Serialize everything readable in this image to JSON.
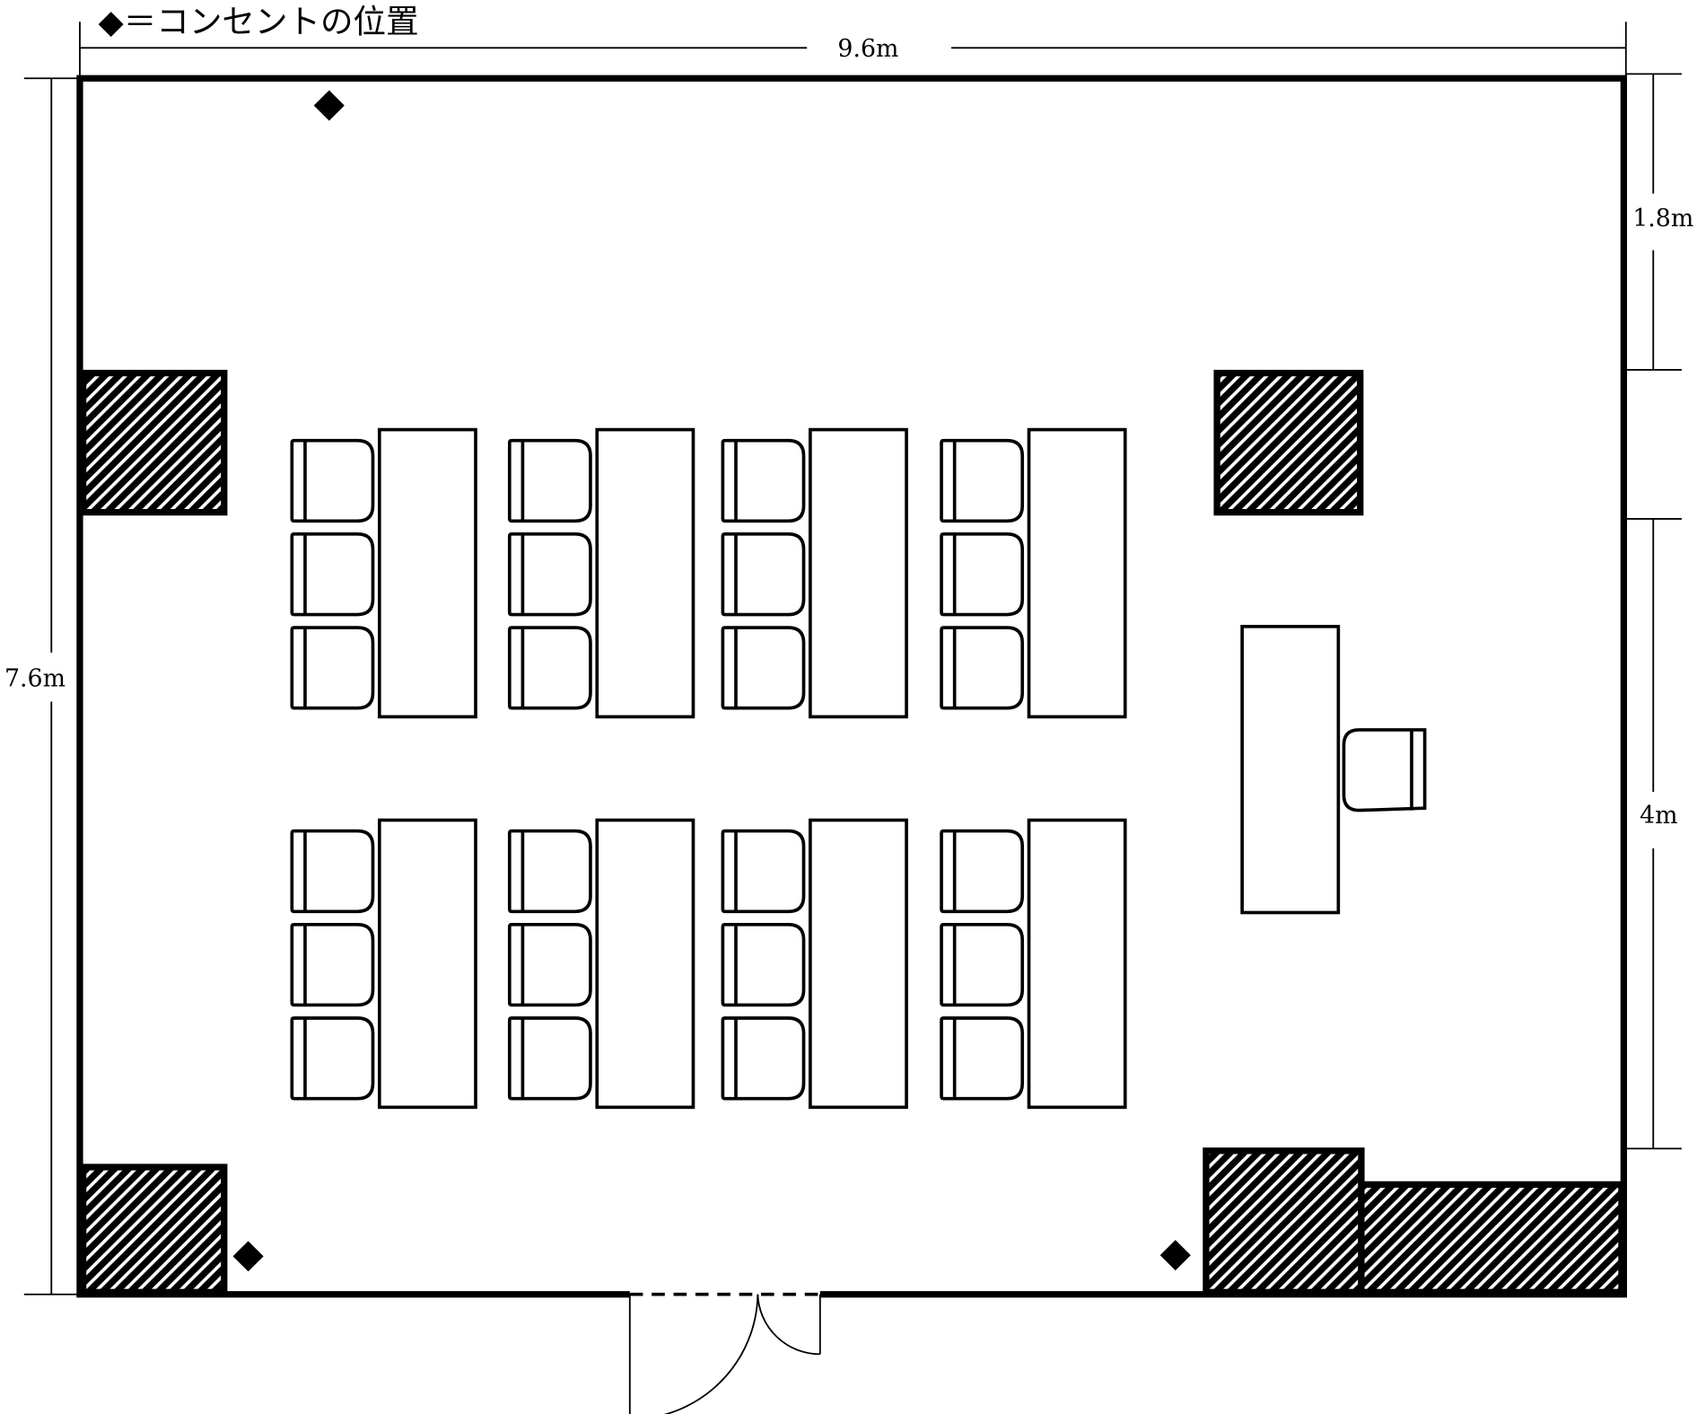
{
  "legend": {
    "symbol": "◆",
    "text": "＝コンセントの位置"
  },
  "dimensions": {
    "width": "9.6m",
    "height": "7.6m",
    "right_top": "1.8m",
    "right_middle": "4m"
  },
  "colors": {
    "line": "#000000",
    "background": "#ffffff"
  },
  "layout_counts": {
    "desk_columns": 4,
    "desk_rows": 2,
    "chairs_per_desk": 3
  }
}
